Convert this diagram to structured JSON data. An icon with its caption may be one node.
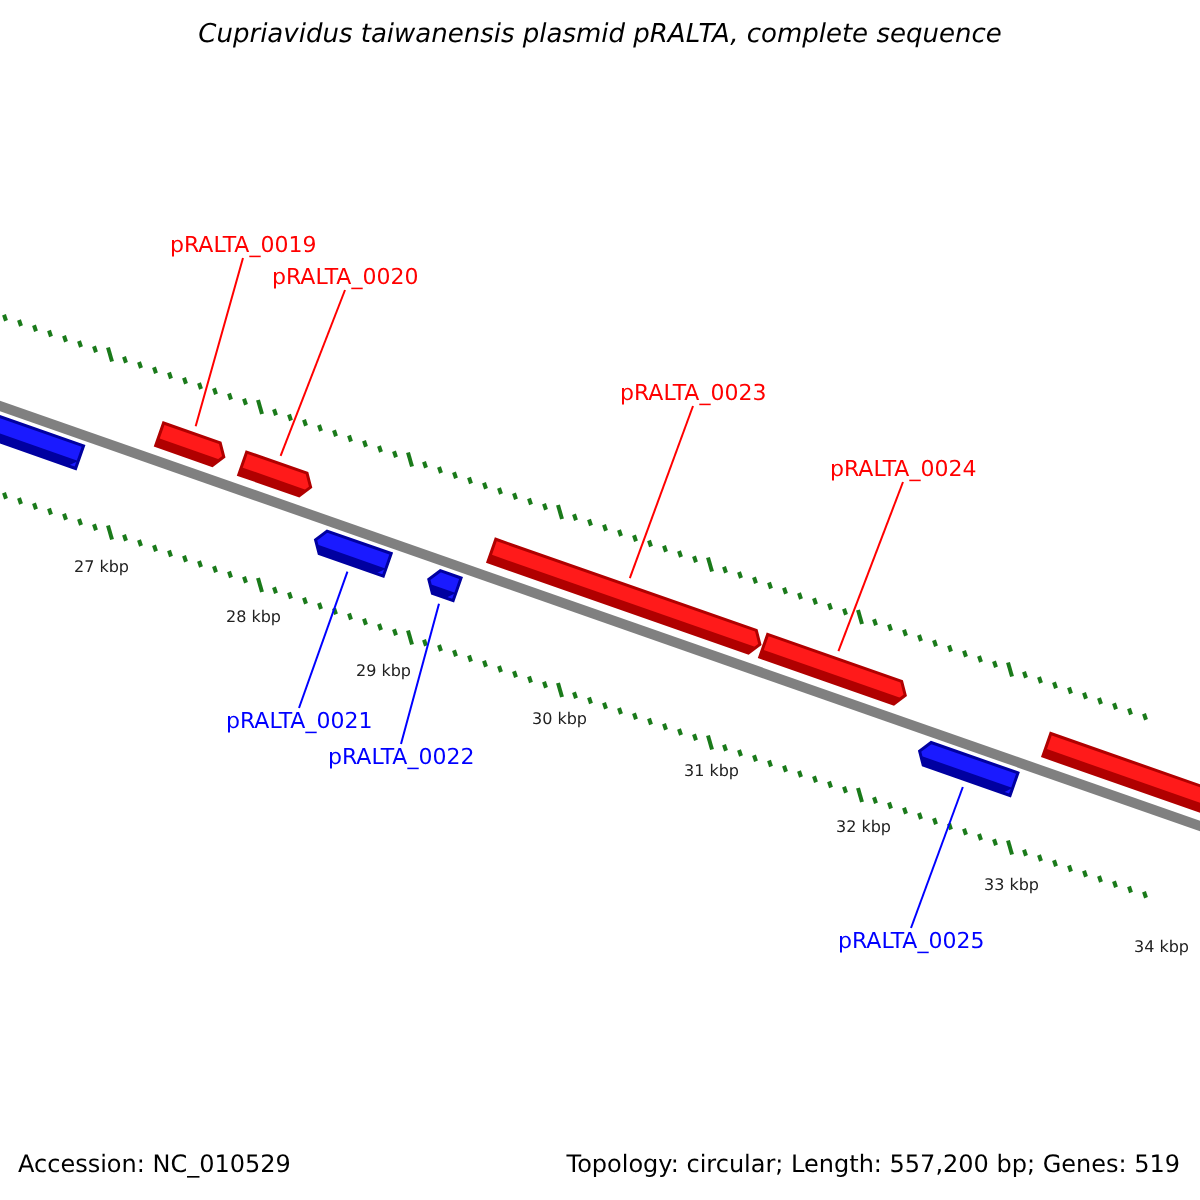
{
  "diagram": {
    "title": "Cupriavidus taiwanensis plasmid pRALTA, complete sequence",
    "nodes": [
      {
        "text": [
          "pRALTA_0019"
        ]
      },
      {
        "text": [
          "pRALTA_0020"
        ]
      },
      {
        "text": [
          "pRALTA_0023"
        ]
      },
      {
        "text": [
          "pRALTA_0024"
        ]
      },
      {
        "text": [
          "pRALTA_0021"
        ]
      },
      {
        "text": [
          "pRALTA_0022"
        ]
      },
      {
        "text": [
          "pRALTA_0025"
        ]
      },
      {
        "text": [],
        "shape": "bar"
      },
      {
        "text": [],
        "shape": "bar"
      },
      {
        "text": [],
        "shape": "bar"
      },
      {
        "text": [],
        "shape": "bar"
      },
      {
        "text": [],
        "shape": "bar"
      },
      {
        "text": [],
        "shape": "bar"
      },
      {
        "text": [],
        "shape": "bar"
      },
      {
        "text": [],
        "shape": "bar"
      },
      {
        "text": [],
        "shape": "bar"
      }
    ],
    "edges": [
      {
        "from": 0,
        "to": 8,
        "arrow": "none",
        "color": "#ff0000"
      },
      {
        "from": 1,
        "to": 9,
        "arrow": "none",
        "color": "#ff0000"
      },
      {
        "from": 2,
        "to": 12,
        "arrow": "none",
        "color": "#ff0000"
      },
      {
        "from": 3,
        "to": 13,
        "arrow": "none",
        "color": "#ff0000"
      },
      {
        "from": 4,
        "to": 10,
        "arrow": "none",
        "color": "#0000ff"
      },
      {
        "from": 5,
        "to": 11,
        "arrow": "none",
        "color": "#0000ff"
      },
      {
        "from": 6,
        "to": 14,
        "arrow": "none",
        "color": "#0000ff"
      }
    ],
    "labels": [
      "27 kbp",
      "28 kbp",
      "29 kbp",
      "30 kbp",
      "31 kbp",
      "32 kbp",
      "33 kbp",
      "34 kbp",
      "Accession: NC_010529",
      "Topology: circular; Length: 557,200 bp; Genes: 519"
    ]
  }
}
